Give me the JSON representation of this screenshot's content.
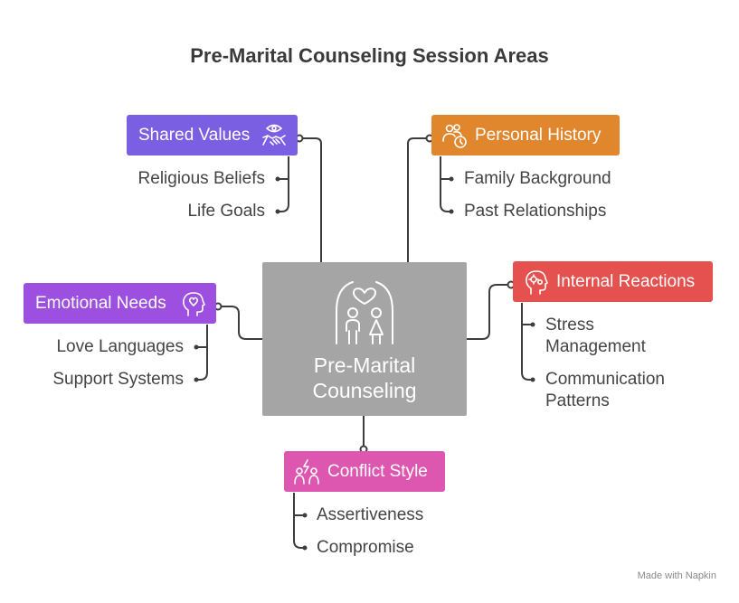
{
  "title": "Pre-Marital Counseling Session Areas",
  "center": {
    "label_line1": "Pre-Marital",
    "label_line2": "Counseling",
    "icon": "couple-heart-arch-icon"
  },
  "categories": [
    {
      "key": "shared_values",
      "label": "Shared Values",
      "color": "#7a5fe3",
      "icon": "eye-handshake-icon",
      "items": [
        "Religious Beliefs",
        "Life Goals"
      ]
    },
    {
      "key": "personal_history",
      "label": "Personal History",
      "color": "#e0862c",
      "icon": "people-clock-icon",
      "items": [
        "Family Background",
        "Past Relationships"
      ]
    },
    {
      "key": "emotional_needs",
      "label": "Emotional Needs",
      "color": "#9d4fe0",
      "icon": "head-heart-icon",
      "items": [
        "Love Languages",
        "Support Systems"
      ]
    },
    {
      "key": "internal_reactions",
      "label": "Internal Reactions",
      "color": "#e4514e",
      "icon": "head-gears-icon",
      "items": [
        "Stress Management",
        "Communication Patterns"
      ],
      "items_lines": [
        [
          "Stress",
          "Management"
        ],
        [
          "Communication",
          "Patterns"
        ]
      ]
    },
    {
      "key": "conflict_style",
      "label": "Conflict Style",
      "color": "#dd57b0",
      "icon": "people-conflict-icon",
      "items": [
        "Assertiveness",
        "Compromise"
      ]
    }
  ],
  "footer": "Made with  Napkin"
}
